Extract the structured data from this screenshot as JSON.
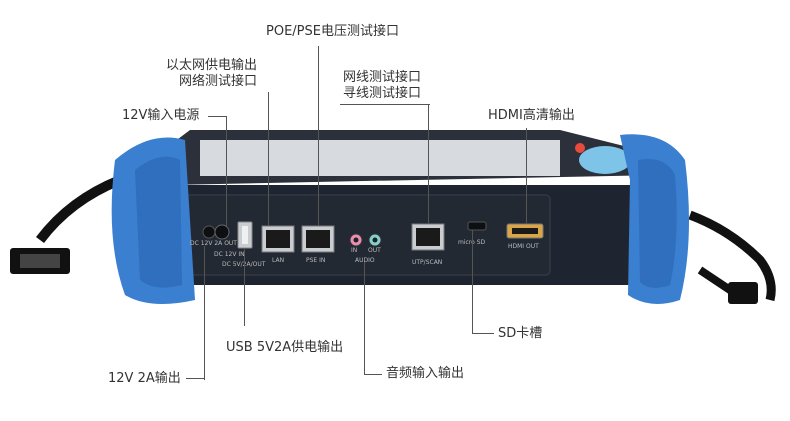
{
  "callouts": {
    "poe": "POE/PSE电压测试接口",
    "lan_line1": "以太网供电输出",
    "lan_line2": "网络测试接口",
    "power_in": "12V输入电源",
    "cable_line1": "网线测试接口",
    "cable_line2": "寻线测试接口",
    "hdmi": "HDMI高清输出",
    "usb": "USB 5V2A供电输出",
    "dc_out": "12V 2A输出",
    "audio": "音频输入输出",
    "sd": "SD卡槽"
  },
  "port_labels": {
    "dc_out": "DC 12V 2A OUT",
    "dc_in": "DC 12V IN",
    "usb": "DC 5V/2A/OUT",
    "lan": "LAN",
    "pse": "PSE IN",
    "audio_in": "IN",
    "audio_out": "OUT",
    "audio": "AUDIO",
    "utp": "UTP/SCAN",
    "sd": "micro SD",
    "hdmi": "HDMI OUT"
  },
  "colors": {
    "bumper": "#3a7fd0",
    "body": "#1e2430",
    "panel": "#2a2f38"
  }
}
